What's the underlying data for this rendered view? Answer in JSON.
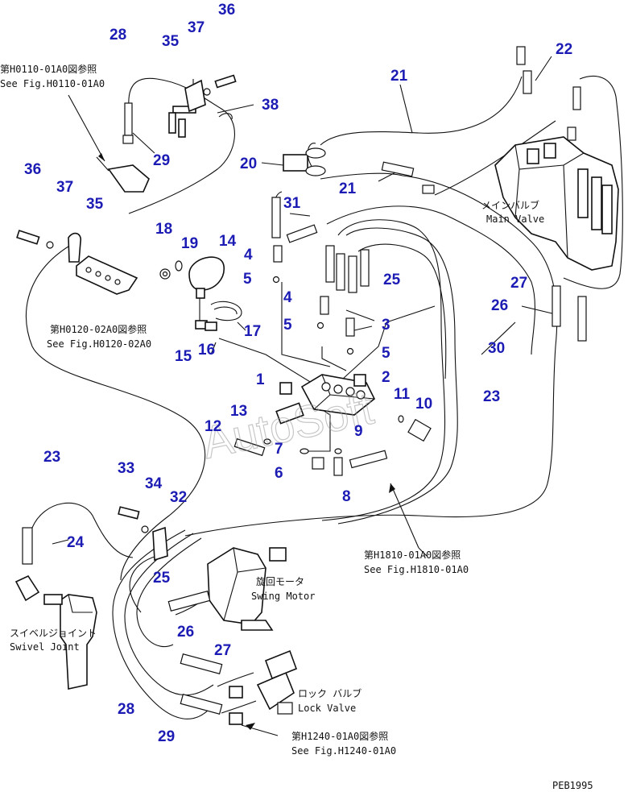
{
  "callouts": {
    "n36a": "36",
    "n37a": "37",
    "n28a": "28",
    "n35a": "35",
    "n38": "38",
    "n29a": "29",
    "n22": "22",
    "n21a": "21",
    "n20": "20",
    "n21b": "21",
    "n36b": "36",
    "n37b": "37",
    "n35b": "35",
    "n18": "18",
    "n19": "19",
    "n14": "14",
    "n31": "31",
    "n4a": "4",
    "n5a": "5",
    "n25a": "25",
    "n4b": "4",
    "n5b": "5",
    "n3": "3",
    "n5c": "5",
    "n27a": "27",
    "n26a": "26",
    "n30": "30",
    "n17": "17",
    "n15": "15",
    "n16": "16",
    "n1": "1",
    "n2": "2",
    "n11": "11",
    "n10": "10",
    "n23a": "23",
    "n13": "13",
    "n12": "12",
    "n9": "9",
    "n7": "7",
    "n6": "6",
    "n8": "8",
    "n23b": "23",
    "n33": "33",
    "n34": "34",
    "n32": "32",
    "n24": "24",
    "n25b": "25",
    "n26b": "26",
    "n27b": "27",
    "n28b": "28",
    "n29b": "29"
  },
  "references": {
    "h0110_jp": "第H0110-01A0図参照",
    "h0110_en": "See Fig.H0110-01A0",
    "h0120_jp": "第H0120-02A0図参照",
    "h0120_en": "See Fig.H0120-02A0",
    "h1810_jp": "第H1810-01A0図参照",
    "h1810_en": "See Fig.H1810-01A0",
    "h1240_jp": "第H1240-01A0図参照",
    "h1240_en": "See Fig.H1240-01A0"
  },
  "components": {
    "main_valve_jp": "メインバルブ",
    "main_valve_en": "Main Valve",
    "swing_motor_jp": "旋回モータ",
    "swing_motor_en": "Swing Motor",
    "swivel_joint_jp": "スイベルジョイント",
    "swivel_joint_en": "Swivel Joint",
    "lock_valve_jp": "ロック バルブ",
    "lock_valve_en": "Lock Valve"
  },
  "watermark": "AutoSoft",
  "drawing_code": "PEB1995",
  "colors": {
    "callout": "#1c1cb4",
    "line": "#111111",
    "watermark": "#9a9a9a"
  }
}
